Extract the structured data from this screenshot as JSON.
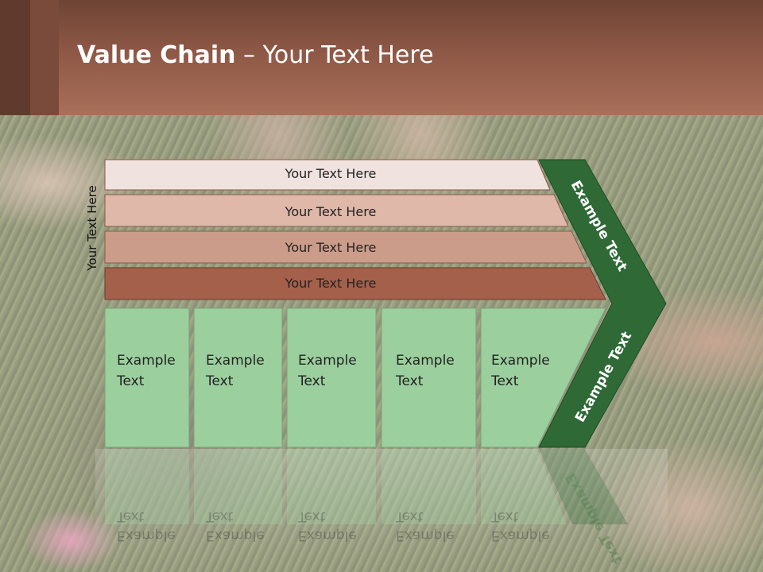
{
  "slide": {
    "title_bold": "Value Chain",
    "title_rest": " – Your Text Here"
  },
  "diagram": {
    "side_label": "Your Text Here",
    "bars": [
      {
        "label": "Your Text Here",
        "color": "#f0e3df"
      },
      {
        "label": "Your Text Here",
        "color": "#dfb8aa"
      },
      {
        "label": "Your Text Here",
        "color": "#cc9c8a"
      },
      {
        "label": "Your Text Here",
        "color": "#a5604b"
      }
    ],
    "boxes": [
      {
        "line1": "Example",
        "line2": "Text"
      },
      {
        "line1": "Example",
        "line2": "Text"
      },
      {
        "line1": "Example",
        "line2": "Text"
      },
      {
        "line1": "Example",
        "line2": "Text"
      },
      {
        "line1": "Example",
        "line2": "Text"
      }
    ],
    "chevron_top_label": "Example Text",
    "chevron_bottom_label": "Example Text",
    "box_color": "#9ccf9e",
    "chevron_color": "#2f6a36"
  }
}
